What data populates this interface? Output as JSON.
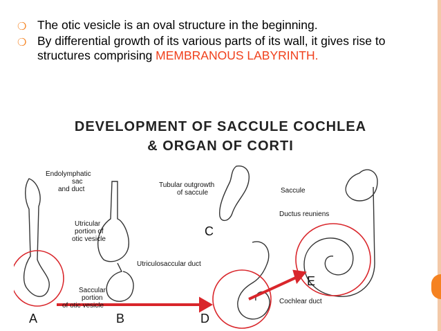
{
  "slide": {
    "bullets": [
      {
        "text": "The otic vesicle is an oval structure in the beginning."
      },
      {
        "text_before": "By differential growth of its various parts of its wall, it gives rise to structures comprising ",
        "highlight": "MEMBRANOUS LABYRINTH."
      }
    ],
    "bullet_icon": "circle-bullet-icon",
    "accent_color": "#f58220",
    "highlight_color": "#f0401c"
  },
  "figure": {
    "title_line1": "DEVELOPMENT OF SACCULE COCHLEA",
    "title_line2": "& ORGAN OF CORTI",
    "labels": {
      "endolymphatic_1": "Endolymphatic",
      "endolymphatic_2": "sac",
      "endolymphatic_3": "and duct",
      "utricular_1": "Utricular",
      "utricular_2": "portion of",
      "utricular_3": "otic vesicle",
      "saccular_1": "Saccular",
      "saccular_2": "portion",
      "saccular_3": "of otic vesicle",
      "utriculosaccular": "Utriculosaccular duct",
      "tubular_1": "Tubular outgrowth",
      "tubular_2": "of saccule",
      "saccule": "Saccule",
      "ductus_reuniens": "Ductus reuniens",
      "cochlear_duct": "Cochlear duct"
    },
    "stage_letters": {
      "a": "A",
      "b": "B",
      "c": "C",
      "d": "D",
      "e": "E"
    },
    "annotation_color": "#d9262b"
  }
}
